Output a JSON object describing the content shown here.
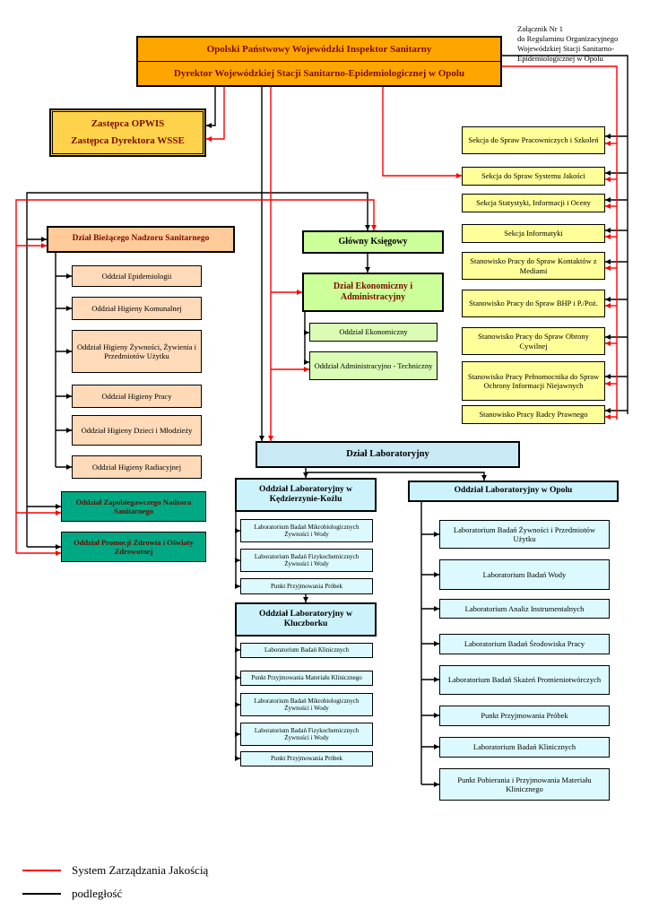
{
  "annotation": {
    "lines": [
      "Załącznik Nr 1",
      "do Regulaminu Organizacyjnego",
      "Wojewódzkiej Stacji Sanitarno-",
      "Epidemiologicznej w Opolu"
    ]
  },
  "inspector_box": {
    "line1": "Opolski Państwowy Wojewódzki Inspektor Sanitarny",
    "line2": "Dyrektor Wojewódzkiej Stacji Sanitarno-Epidemiologicznej w Opolu"
  },
  "deputy_box": {
    "line1": "Zastępca OPWIS",
    "line2": "Zastępca Dyrektora WSSE"
  },
  "staff_units": [
    "Sekcja do Spraw Pracowniczych i Szkoleń",
    "Sekcja do Spraw Systemu Jakości",
    "Sekcja Statystyki, Informacji i Oceny",
    "Sekcja Informatyki",
    "Stanowisko Pracy do Spraw Kontaktów z Mediami",
    "Stanowisko Pracy do Spraw BHP i P./Poż.",
    "Stanowisko Pracy do Spraw Obrony Cywilnej",
    "Stanowisko Pracy Pełnomocnika do Spraw Ochrony Informacji Niejawnych",
    "Stanowisko Pracy Radcy Prawnego"
  ],
  "supervision": {
    "head": "Dział Bieżącego Nadzoru Sanitarnego",
    "children": [
      "Oddział Epidemiologii",
      "Oddział Higieny Komunalnej",
      "Oddział Higieny Żywności, Żywienia i Przedmiotów Użytku",
      "Oddział Higieny Pracy",
      "Oddział Higieny Dzieci i Młodzieży",
      "Oddział Higieny Radiacyjnej"
    ]
  },
  "independent_units": [
    "Oddział Zapobiegawczego Nadzoru Sanitarnego",
    "Oddział Promocji Zdrowia i Oświaty Zdrowotnej"
  ],
  "economy": {
    "chief_accountant": "Główny Księgowy",
    "head": "Dział Ekonomiczny i Administracyjny",
    "children": [
      "Oddział Ekonomiczny",
      "Oddział Administracyjno - Techniczny"
    ]
  },
  "laboratory": {
    "head": "Dział Laboratoryjny",
    "kedzierzyn": {
      "head": "Oddział Laboratoryjny w Kędzierzynie-Koźlu",
      "children": [
        "Laboratorium Badań Mikrobiologicznych Żywności i Wody",
        "Laboratorium Badań Fizykochemicznych Żywności i Wody",
        "Punkt Przyjmowania Próbek"
      ]
    },
    "kluczbork": {
      "head": "Oddział Laboratoryjny w Kluczborku",
      "children": [
        "Laboratorium Badań Klinicznych",
        "Punkt Przyjmowania Materiału Klinicznego",
        "Laboratorium Badań Mikrobiologicznych Żywności i Wody",
        "Laboratorium Badań Fizykochemicznych Żywności i Wody",
        "Punkt Przyjmowania Próbek"
      ]
    },
    "opole": {
      "head": "Oddział Laboratoryjny w Opolu",
      "children": [
        "Laboratorium Badań Żywności i Przedmiotów Użytku",
        "Laboratorium Badań Wody",
        "Laboratorium Analiz Instrumentalnych",
        "Laboratorium Badań Środowiska Pracy",
        "Laboratorium Badań Skażeń Promieniotwórczych",
        "Punkt Przyjmowania Próbek",
        "Laboratorium Badań Klinicznych",
        "Punkt Pobierania i Przyjmowania Materiału Klinicznego"
      ]
    }
  },
  "legend": {
    "qms": "System Zarządzania Jakością",
    "subordination": "podległość"
  },
  "colors": {
    "inspector_bg": "#ffa500",
    "deputy_bg": "#ffd24b",
    "staff_bg": "#ffff99",
    "supervision_head_bg": "#ffcc99",
    "supervision_child_bg": "#ffdab9",
    "independent_bg": "#00a884",
    "economy_bg": "#ccff99",
    "economy_child_bg": "#dbfcb5",
    "laboratory_head_bg": "#c9e9f5",
    "laboratory_branch_bg": "#ccf2fb",
    "laboratory_child_bg": "#dcfafd",
    "qms_line": "#ff0000",
    "subordination_line": "#000000",
    "title_text": "#7a0d00"
  }
}
